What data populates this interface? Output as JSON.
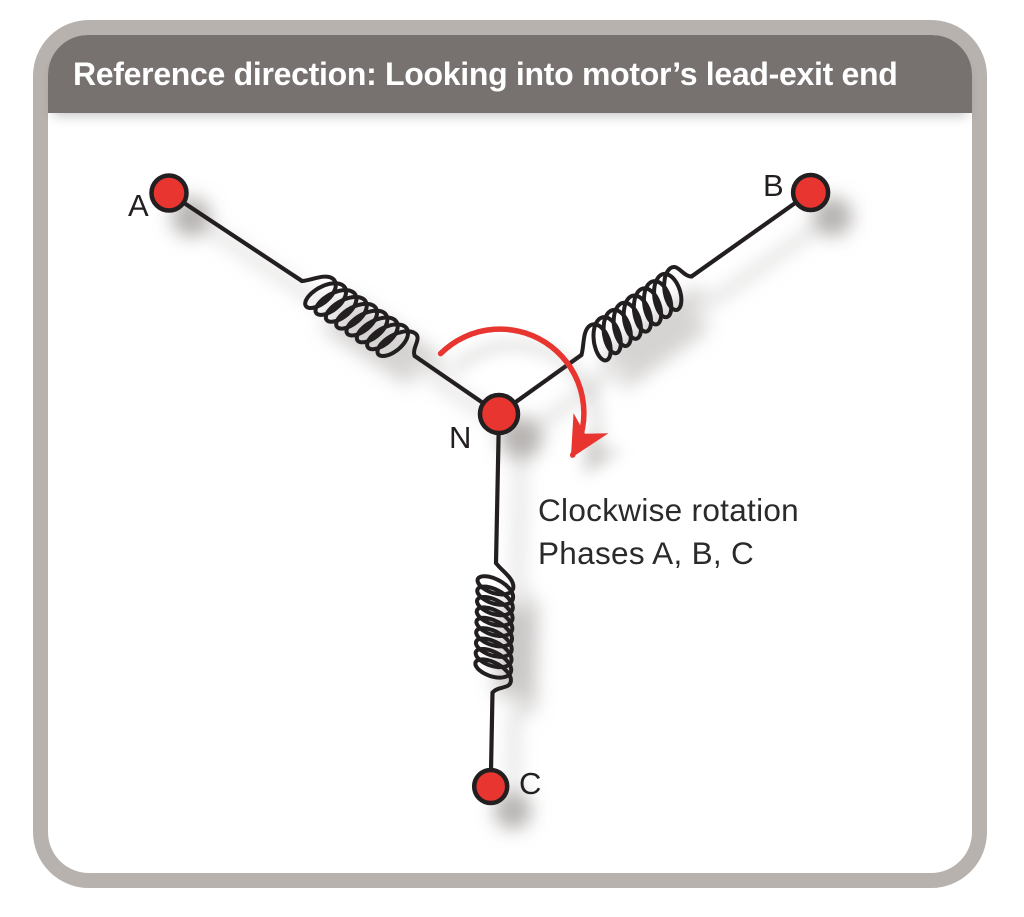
{
  "header": {
    "title": "Reference direction: Looking into motor’s lead-exit end"
  },
  "diagram": {
    "node_labels": {
      "a": "A",
      "b": "B",
      "n": "N",
      "c": "C"
    },
    "annotation": {
      "line1": "Clockwise rotation",
      "line2": "Phases A, B, C"
    }
  },
  "colors": {
    "accent_red": "#e83530",
    "wire": "#231f20",
    "label": "#231f20",
    "annotation_text": "#2b2a29",
    "titlebar_bg": "#777170",
    "titlebar_text": "#ffffff",
    "frame_border": "#b8b2ae",
    "canvas_bg": "#ffffff"
  }
}
